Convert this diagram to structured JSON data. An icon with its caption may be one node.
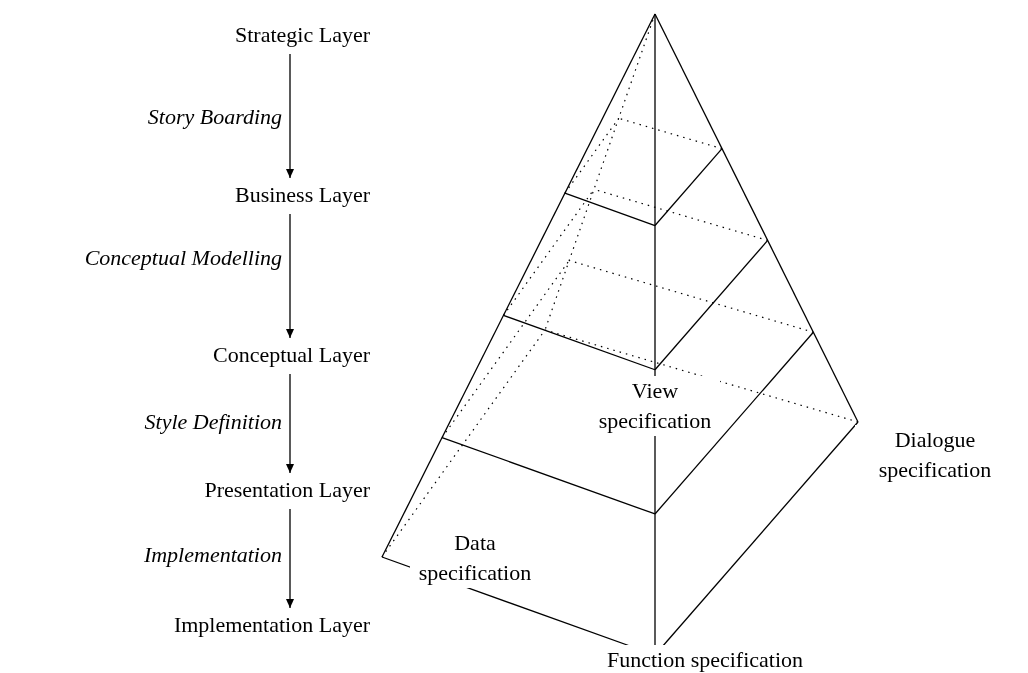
{
  "diagram": {
    "nodes": [
      {
        "text": [
          "Strategic Layer"
        ]
      },
      {
        "text": [
          "Business Layer"
        ]
      },
      {
        "text": [
          "Conceptual Layer"
        ]
      },
      {
        "text": [
          "Presentation Layer"
        ]
      },
      {
        "text": [
          "Implementation Layer"
        ]
      }
    ],
    "edges": [
      {
        "from": 0,
        "to": 1,
        "arrow": "to",
        "label": "Story Boarding"
      },
      {
        "from": 1,
        "to": 2,
        "arrow": "to",
        "label": "Conceptual Modelling"
      },
      {
        "from": 2,
        "to": 3,
        "arrow": "to",
        "label": "Style Definition"
      },
      {
        "from": 3,
        "to": 4,
        "arrow": "to",
        "label": "Implementation"
      }
    ],
    "labels": [
      "View specification",
      "Data specification",
      "Dialogue specification",
      "Function specification"
    ]
  }
}
